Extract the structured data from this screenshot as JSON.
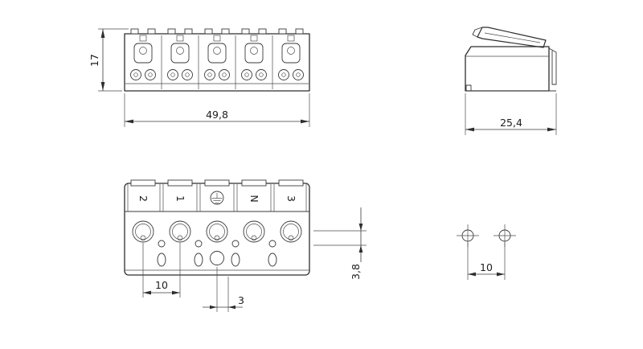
{
  "drawing": {
    "title": "terminal-block-dimension-drawing",
    "front_view": {
      "dim_height": "17",
      "dim_width": "49,8"
    },
    "side_view": {
      "dim_depth": "25,4"
    },
    "top_view": {
      "terminal_labels": [
        "2",
        "1",
        "N",
        "3"
      ],
      "dim_pitch": "10",
      "dim_center_offset": "3",
      "dim_port_offset": "3,8"
    },
    "mounting_holes": {
      "dim_spacing": "10"
    }
  },
  "icons": {
    "earth": "earth-ground-icon"
  },
  "colors": {
    "line": "#2e2e2e",
    "background": "#ffffff"
  }
}
